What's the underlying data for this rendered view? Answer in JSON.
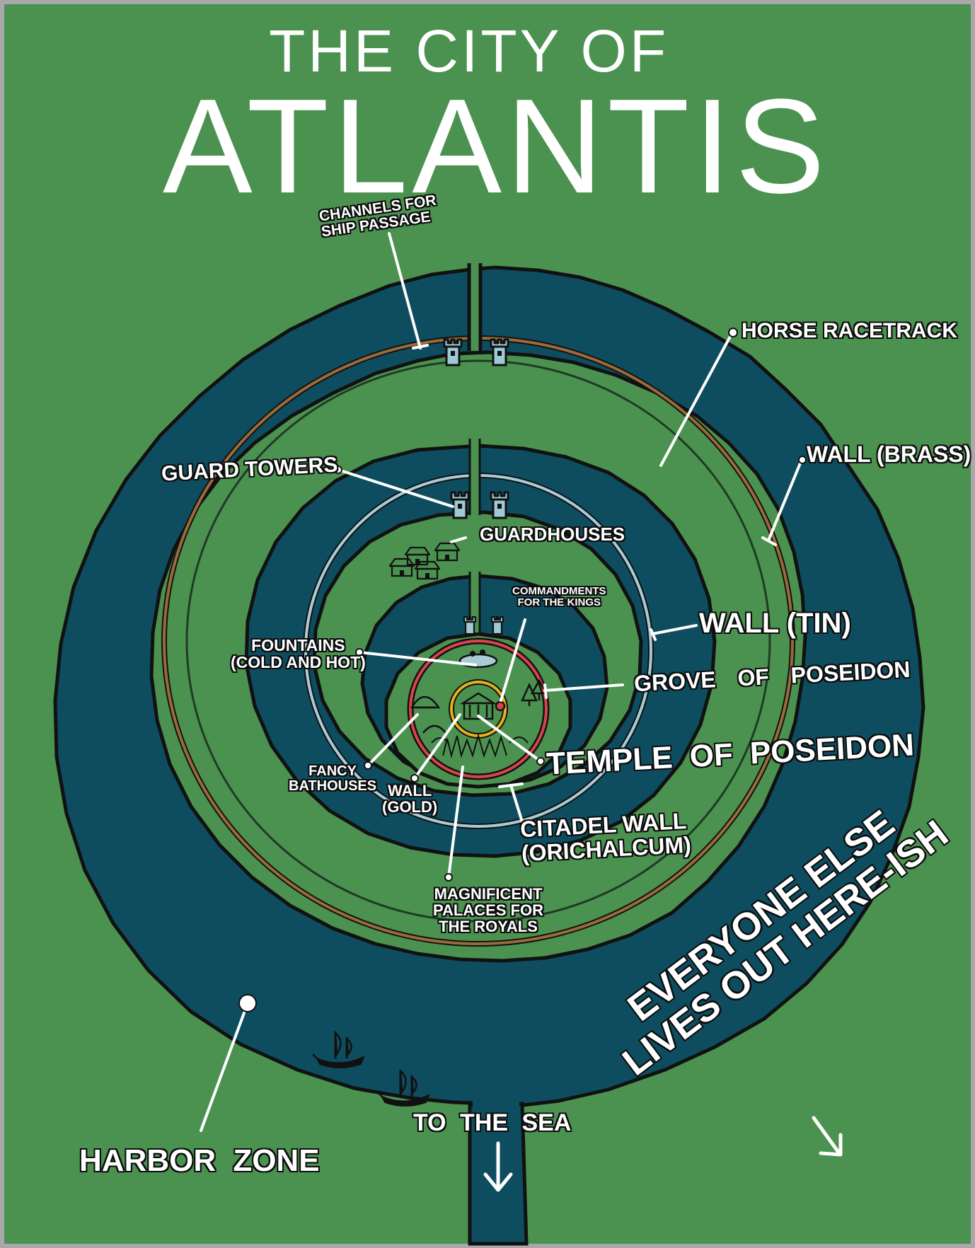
{
  "colors": {
    "land": "#4b9150",
    "water": "#0e4d5f",
    "outline": "#111111",
    "wall_brass": "#9a6b3a",
    "wall_tin": "#a9cbd6",
    "wall_orichalcum": "#d9444a",
    "wall_gold": "#e3b21c",
    "tower": "#9ecad4",
    "border": "#a8a8a8"
  },
  "title": {
    "line1": "THE CITY OF",
    "line2": "ATLANTIS"
  },
  "labels": {
    "channels": [
      "CHANNELS FOR",
      "SHIP PASSAGE"
    ],
    "horse_racetrack": "HORSE RACETRACK",
    "wall_brass": "WALL (BRASS)",
    "guard_towers": "GUARD TOWERS",
    "guardhouses": "GUARDHOUSES",
    "commandments": [
      "COMMANDMENTS",
      "FOR THE KINGS"
    ],
    "wall_tin": "WALL (TIN)",
    "fountains": [
      "FOUNTAINS",
      "(COLD AND HOT)"
    ],
    "grove": "GROVE OF POSEIDON",
    "temple": "TEMPLE OF POSEIDON",
    "bathouses": [
      "FANCY",
      "BATHOUSES"
    ],
    "wall_gold": [
      "WALL",
      "(GOLD)"
    ],
    "citadel_wall": [
      "CITADEL WALL",
      "(ORICHALCUM)"
    ],
    "palaces": [
      "MAGNIFICENT",
      "PALACES FOR",
      "THE ROYALS"
    ],
    "harbor_zone": "HARBOR ZONE",
    "to_the_sea": "TO THE SEA",
    "everyone_else": [
      "EVERYONE ELSE",
      "LIVES OUT HERE-ISH"
    ]
  },
  "icons": {
    "tower": "tower-icon",
    "ship": "ship-icon",
    "house": "house-icon",
    "temple": "temple-icon",
    "tree": "tree-icon",
    "fountain": "fountain-icon",
    "arrow": "arrow-down-icon"
  }
}
